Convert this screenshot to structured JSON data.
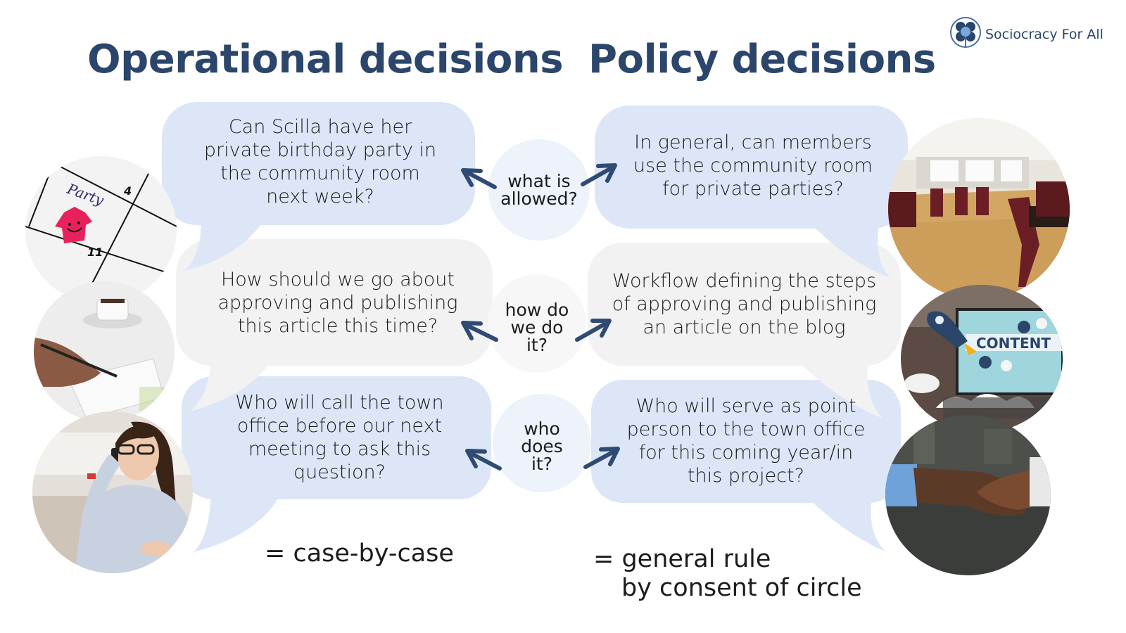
{
  "logo": {
    "icon": "sociocracy-flower-logo-icon",
    "text": "Sociocracy For All"
  },
  "headings": {
    "left": "Operational decisions",
    "right": "Policy decisions"
  },
  "colors": {
    "heading": "#2b456b",
    "bubble_blue": "#dce6f6",
    "bubble_gray": "#f2f2f2",
    "question_circle_blue": "#edf2fb",
    "question_circle_gray": "#f7f7f7",
    "arrow": "#2f4b74"
  },
  "rows": [
    {
      "question": "what is allowed?",
      "question_lines": [
        "what is",
        "allowed?"
      ],
      "operational": "Can Scilla have her private birthday party in the community room next week?",
      "operational_lines": [
        "Can Scilla have her",
        "private birthday party in",
        "the community room",
        "next week?"
      ],
      "policy": "In general, can members use the community room for private parties?",
      "policy_lines": [
        "In general, can members",
        "use the community room",
        "for private parties?"
      ],
      "left_photo": "calendar-party-photo",
      "right_photo": "community-room-photo"
    },
    {
      "question": "how do we do it?",
      "question_lines": [
        "how do",
        "we do",
        "it?"
      ],
      "operational": "How should we go about approving and publishing this article this time?",
      "operational_lines": [
        "How should we go about",
        "approving and publishing",
        "this article this time?"
      ],
      "policy": "Workflow defining the steps of approving and publishing an article on the blog",
      "policy_lines": [
        "Workflow defining the steps",
        "of approving and publishing",
        "an article on the blog"
      ],
      "left_photo": "writing-notebook-photo",
      "right_photo": "content-laptop-photo"
    },
    {
      "question": "who does it?",
      "question_lines": [
        "who",
        "does",
        "it?"
      ],
      "operational": "Who will call the town office before our next meeting to ask this question?",
      "operational_lines": [
        "Who will call the town",
        "office before our next",
        "meeting to ask this",
        "question?"
      ],
      "policy": "Who will serve as point person to the town office for this coming year/in this project?",
      "policy_lines": [
        "Who will serve as point",
        "person to the town office",
        "for this coming year/in",
        "this project?"
      ],
      "left_photo": "woman-on-phone-photo",
      "right_photo": "handshake-photo"
    }
  ],
  "footer": {
    "left": "= case-by-case",
    "right_line1": "= general rule",
    "right_line2": "by consent of circle"
  },
  "photo_labels": {
    "calendar_word": "Party",
    "calendar_day_top": "4",
    "calendar_day_bottom": "11",
    "content_word": "CONTENT"
  }
}
